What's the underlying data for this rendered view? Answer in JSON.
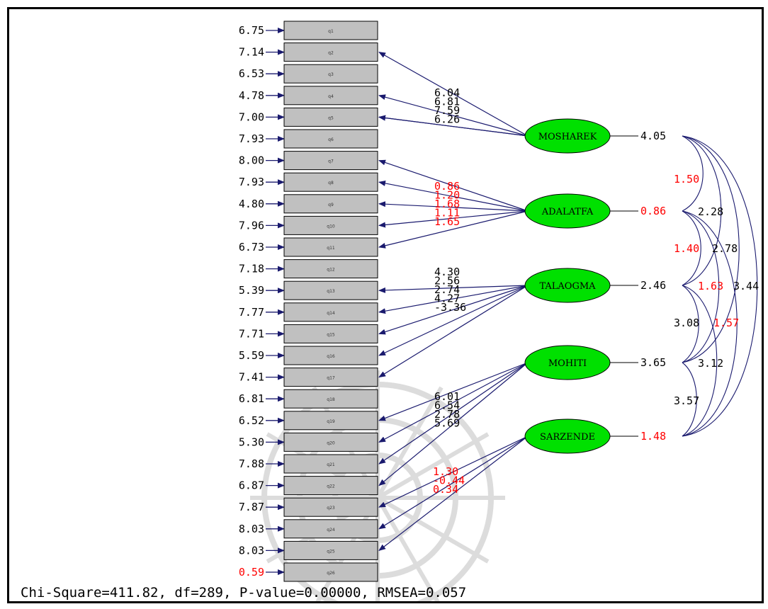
{
  "diagram": {
    "indicators": [
      {
        "label": "q1",
        "error": "6.75"
      },
      {
        "label": "q2",
        "error": "7.14"
      },
      {
        "label": "q3",
        "error": "6.53"
      },
      {
        "label": "q4",
        "error": "4.78"
      },
      {
        "label": "q5",
        "error": "7.00"
      },
      {
        "label": "q6",
        "error": "7.93"
      },
      {
        "label": "q7",
        "error": "8.00"
      },
      {
        "label": "q8",
        "error": "7.93"
      },
      {
        "label": "q9",
        "error": "4.80"
      },
      {
        "label": "q10",
        "error": "7.96"
      },
      {
        "label": "q11",
        "error": "6.73"
      },
      {
        "label": "q12",
        "error": "7.18"
      },
      {
        "label": "q13",
        "error": "5.39"
      },
      {
        "label": "q14",
        "error": "7.77"
      },
      {
        "label": "q15",
        "error": "7.71"
      },
      {
        "label": "q16",
        "error": "5.59"
      },
      {
        "label": "q17",
        "error": "7.41"
      },
      {
        "label": "q18",
        "error": "6.81"
      },
      {
        "label": "q19",
        "error": "6.52"
      },
      {
        "label": "q20",
        "error": "5.30"
      },
      {
        "label": "q21",
        "error": "7.88"
      },
      {
        "label": "q22",
        "error": "6.87"
      },
      {
        "label": "q23",
        "error": "7.87"
      },
      {
        "label": "q24",
        "error": "8.03"
      },
      {
        "label": "q25",
        "error": "8.03"
      },
      {
        "label": "q26",
        "error": "0.59",
        "significant": false
      }
    ],
    "latents": [
      {
        "label": "MOSHAREK",
        "variance": "4.05",
        "variance_significant": true,
        "loadings": [
          {
            "indicator": 2,
            "value": "6.04",
            "significant": true
          },
          {
            "indicator": 4,
            "value": "6.81",
            "significant": true
          },
          {
            "indicator": 5,
            "value": "7.59",
            "significant": true
          },
          {
            "indicator": 5,
            "value": "6.26",
            "significant": true
          }
        ]
      },
      {
        "label": "ADALATFA",
        "variance": "0.86",
        "variance_significant": false,
        "loadings": [
          {
            "indicator": 7,
            "value": "0.86",
            "significant": false
          },
          {
            "indicator": 8,
            "value": "1.20",
            "significant": false
          },
          {
            "indicator": 9,
            "value": "1.68",
            "significant": false
          },
          {
            "indicator": 10,
            "value": "1.11",
            "significant": false
          },
          {
            "indicator": 11,
            "value": "1.65",
            "significant": false
          }
        ]
      },
      {
        "label": "TALAOGMA",
        "variance": "2.46",
        "variance_significant": true,
        "loadings": [
          {
            "indicator": 13,
            "value": "4.30",
            "significant": true
          },
          {
            "indicator": 14,
            "value": "2.56",
            "significant": true
          },
          {
            "indicator": 15,
            "value": "2.74",
            "significant": true
          },
          {
            "indicator": 16,
            "value": "4.27",
            "significant": true
          },
          {
            "indicator": 17,
            "value": "-3.36",
            "significant": true
          }
        ]
      },
      {
        "label": "MOHITI",
        "variance": "3.65",
        "variance_significant": true,
        "loadings": [
          {
            "indicator": 19,
            "value": "6.01",
            "significant": true
          },
          {
            "indicator": 20,
            "value": "6.54",
            "significant": true
          },
          {
            "indicator": 21,
            "value": "2.78",
            "significant": true
          },
          {
            "indicator": 22,
            "value": "5.69",
            "significant": true
          }
        ]
      },
      {
        "label": "SARZENDE",
        "variance": "1.48",
        "variance_significant": false,
        "loadings": [
          {
            "indicator": 23,
            "value": "1.30",
            "significant": false
          },
          {
            "indicator": 24,
            "value": "-0.44",
            "significant": false
          },
          {
            "indicator": 25,
            "value": "0.34",
            "significant": false
          }
        ]
      }
    ],
    "covariances": [
      {
        "value": "1.50",
        "significant": false
      },
      {
        "value": "2.28",
        "significant": true
      },
      {
        "value": "1.40",
        "significant": false
      },
      {
        "value": "2.78",
        "significant": true
      },
      {
        "value": "1.63",
        "significant": false
      },
      {
        "value": "3.44",
        "significant": true
      },
      {
        "value": "3.08",
        "significant": true
      },
      {
        "value": "1.57",
        "significant": false
      },
      {
        "value": "3.12",
        "significant": true
      },
      {
        "value": "3.57",
        "significant": true
      }
    ],
    "fit_statistics": "Chi-Square=411.82, df=289, P-value=0.00000, RMSEA=0.057"
  },
  "colors": {
    "arrow": "#1a1a6e",
    "box_fill": "#c0c0c0",
    "latent_fill": "#00e000",
    "significant_text": "#000000",
    "nonsignificant_text": "#ff0000",
    "watermark": "#dcdcdc"
  }
}
